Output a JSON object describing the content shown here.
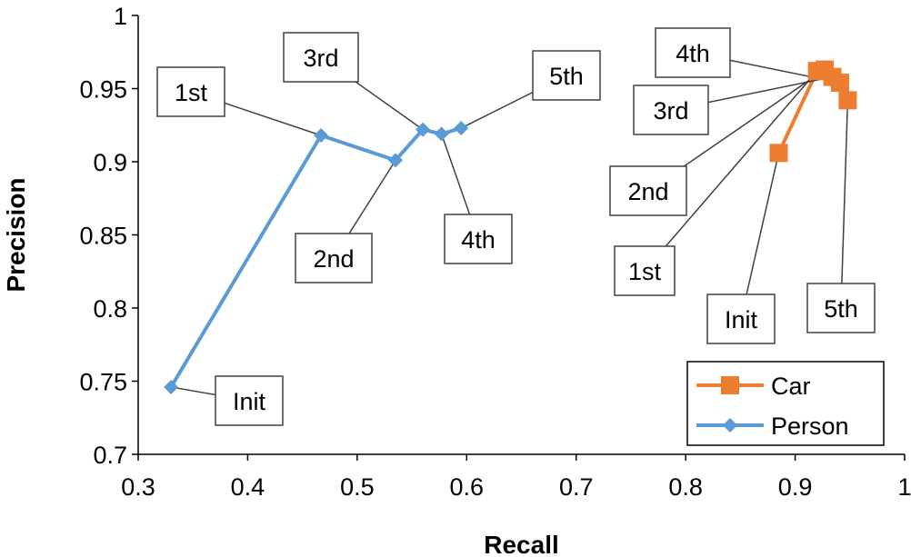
{
  "chart_data": {
    "type": "scatter",
    "title": "",
    "xlabel": "Recall",
    "ylabel": "Precision",
    "xlim": [
      0.3,
      1
    ],
    "ylim": [
      0.7,
      1
    ],
    "xticks": [
      0.3,
      0.4,
      0.5,
      0.6,
      0.7,
      0.8,
      0.9,
      1
    ],
    "xtick_labels": [
      "0.3",
      "0.4",
      "0.5",
      "0.6",
      "0.7",
      "0.8",
      "0.9",
      "1"
    ],
    "yticks": [
      0.7,
      0.75,
      0.8,
      0.85,
      0.9,
      0.95,
      1
    ],
    "ytick_labels": [
      "0.7",
      "0.75",
      "0.8",
      "0.85",
      "0.9",
      "0.95",
      "1"
    ],
    "grid": false,
    "legend_position": "bottom-right",
    "series": [
      {
        "name": "Car",
        "color": "#ED7D31",
        "marker": "square",
        "points": [
          {
            "label": "Init",
            "x": 0.885,
            "y": 0.906
          },
          {
            "label": "1st",
            "x": 0.92,
            "y": 0.962
          },
          {
            "label": "2nd",
            "x": 0.927,
            "y": 0.963
          },
          {
            "label": "3rd",
            "x": 0.934,
            "y": 0.958
          },
          {
            "label": "4th",
            "x": 0.941,
            "y": 0.954
          },
          {
            "label": "5th",
            "x": 0.948,
            "y": 0.942
          }
        ]
      },
      {
        "name": "Person",
        "color": "#5B9BD5",
        "marker": "diamond",
        "points": [
          {
            "label": "Init",
            "x": 0.33,
            "y": 0.746
          },
          {
            "label": "1st",
            "x": 0.467,
            "y": 0.918
          },
          {
            "label": "2nd",
            "x": 0.535,
            "y": 0.901
          },
          {
            "label": "3rd",
            "x": 0.56,
            "y": 0.922
          },
          {
            "label": "4th",
            "x": 0.577,
            "y": 0.919
          },
          {
            "label": "5th",
            "x": 0.595,
            "y": 0.923
          }
        ]
      }
    ]
  }
}
